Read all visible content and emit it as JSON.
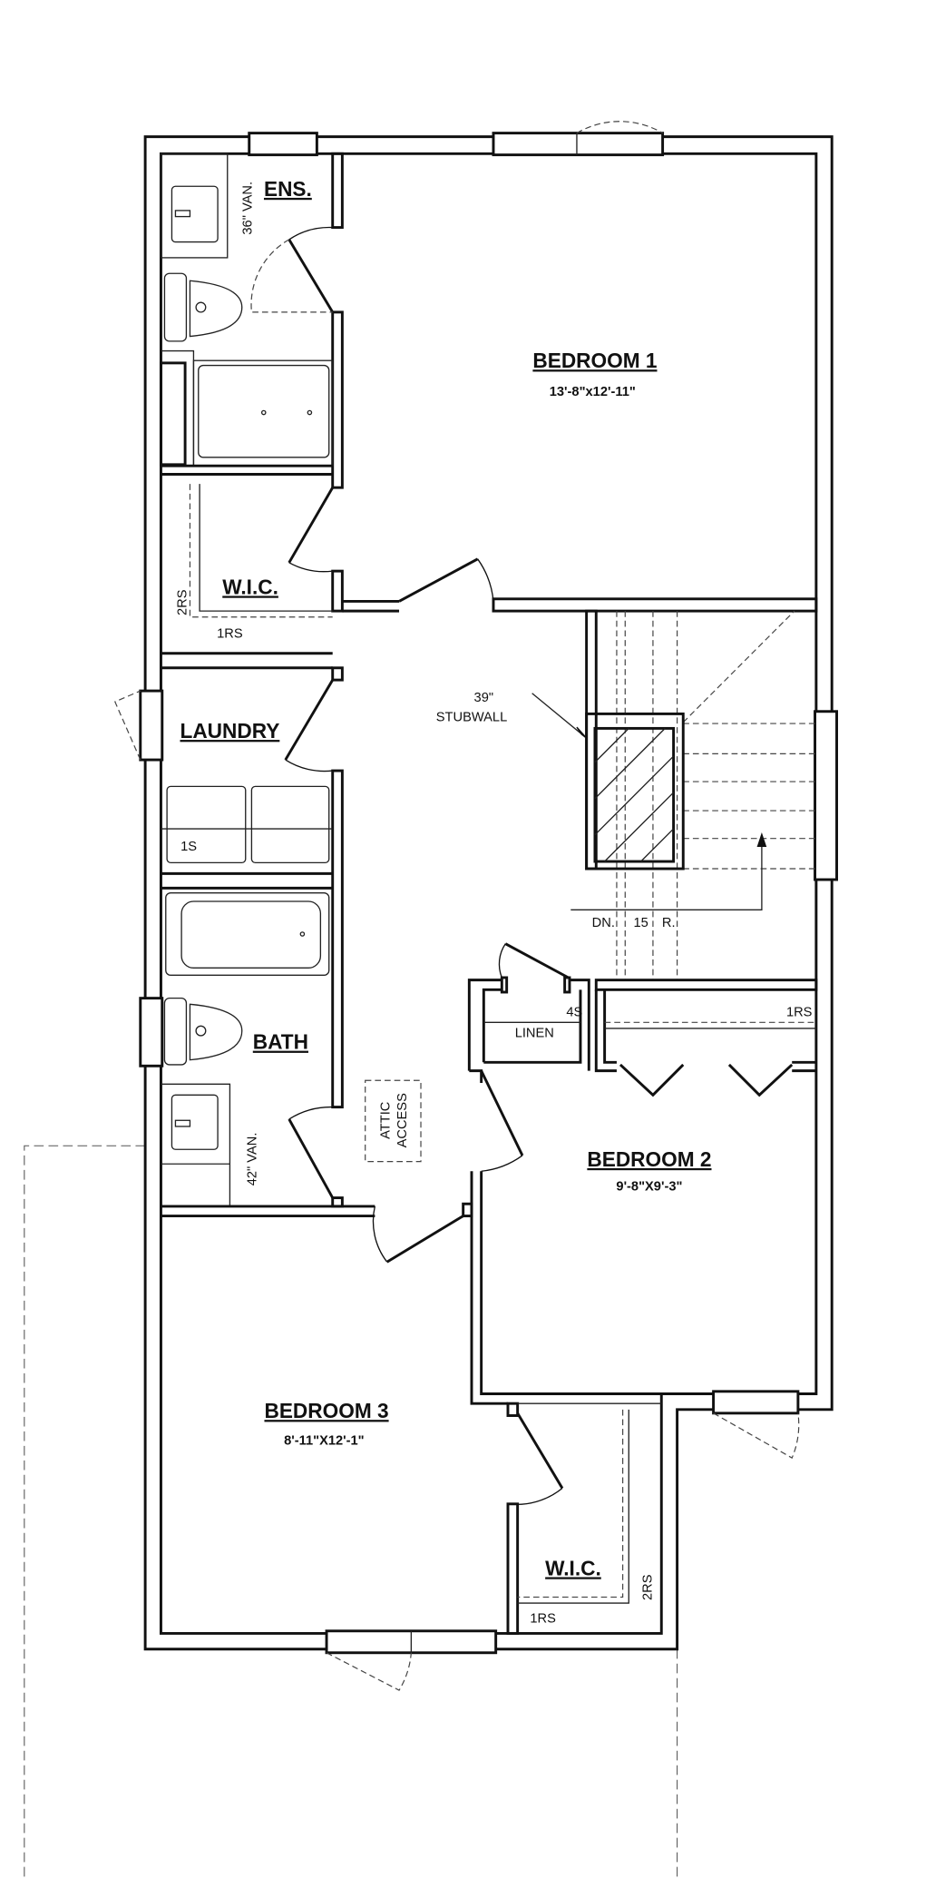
{
  "rooms": {
    "ensuite": {
      "label": "ENS.",
      "vanity": "36\" VAN."
    },
    "bedroom1": {
      "label": "BEDROOM  1",
      "size": "13'-8\"x12'-11\""
    },
    "wic1": {
      "label": "W.I.C.",
      "shelf_side": "2RS",
      "shelf_bottom": "1RS"
    },
    "laundry": {
      "label": "LAUNDRY",
      "shelf": "1S"
    },
    "bath": {
      "label": "BATH",
      "vanity": "42\" VAN."
    },
    "attic": {
      "line1": "ATTIC",
      "line2": "ACCESS"
    },
    "stair": {
      "stubwall_size": "39\"",
      "stubwall_label": "STUBWALL",
      "dn": "DN.",
      "risers": "15",
      "r": "R."
    },
    "linen": {
      "label": "LINEN",
      "shelves": "4S"
    },
    "bedroom2": {
      "label": "BEDROOM  2",
      "size": "9'-8\"X9'-3\"",
      "closet_shelf": "1RS"
    },
    "bedroom3": {
      "label": "BEDROOM  3",
      "size": "8'-11\"X12'-1\""
    },
    "wic3": {
      "label": "W.I.C.",
      "shelf_side": "2RS",
      "shelf_bottom": "1RS"
    }
  }
}
